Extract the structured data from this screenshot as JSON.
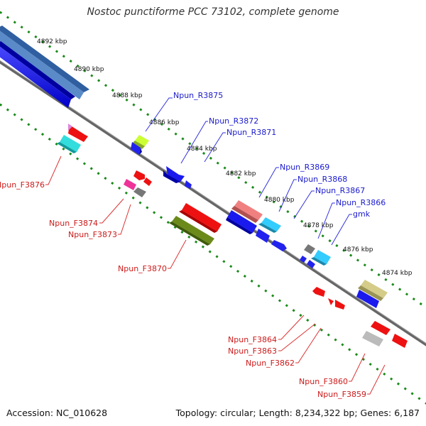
{
  "title": "Nostoc punctiforme PCC 73102, complete genome",
  "footer": {
    "accession": "Accession: NC_010628",
    "summary": "Topology: circular; Length: 8,234,322 bp; Genes: 6,187"
  },
  "colors": {
    "backbone": "#777777",
    "tick_ruler": "#1a8a1a",
    "label_forward": "#1a1acc",
    "label_reverse": "#cc1a1a",
    "leader_forward": "#3333dd",
    "leader_reverse": "#dd3333"
  },
  "ruler_labels": [
    "4892 kbp",
    "4890 kbp",
    "4888 kbp",
    "4886 kbp",
    "4884 kbp",
    "4882 kbp",
    "4880 kbp",
    "4878 kbp",
    "4876 kbp",
    "4874 kbp"
  ],
  "forward_labels": [
    "Npun_R3875",
    "Npun_R3872",
    "Npun_R3871",
    "Npun_R3869",
    "Npun_R3868",
    "Npun_R3867",
    "Npun_R3866",
    "gmk"
  ],
  "reverse_labels": [
    "Npun_F3876",
    "Npun_F3874",
    "Npun_F3873",
    "Npun_F3870",
    "Npun_F3864",
    "Npun_F3863",
    "Npun_F3862",
    "Npun_F3860",
    "Npun_F3859"
  ]
}
